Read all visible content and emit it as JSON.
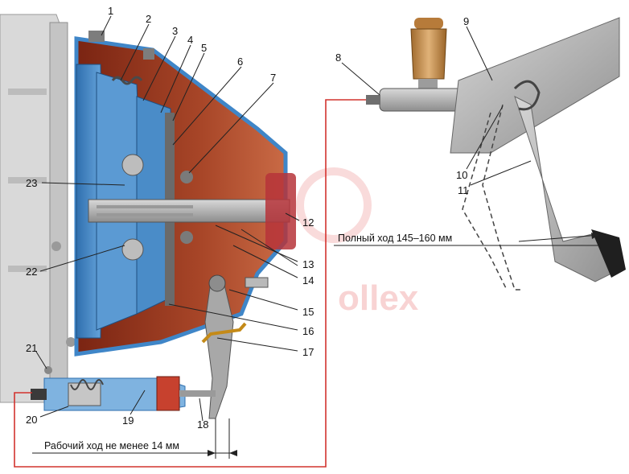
{
  "callouts": [
    "1",
    "2",
    "3",
    "4",
    "5",
    "6",
    "7",
    "8",
    "9",
    "10",
    "11",
    "12",
    "13",
    "14",
    "15",
    "16",
    "17",
    "18",
    "19",
    "20",
    "21",
    "22",
    "23"
  ],
  "dimensions": {
    "full_travel": "Полный ход 145–160 мм",
    "working_travel": "Рабочий ход не менее 14 мм"
  },
  "watermark": "ollex",
  "colors": {
    "housing": "#a0361f",
    "clutch_blue": "#3f86c8",
    "hydraulic_line": "#d2332e",
    "reservoir": "#c9944f",
    "metal_gray": "#a9a9a9"
  }
}
